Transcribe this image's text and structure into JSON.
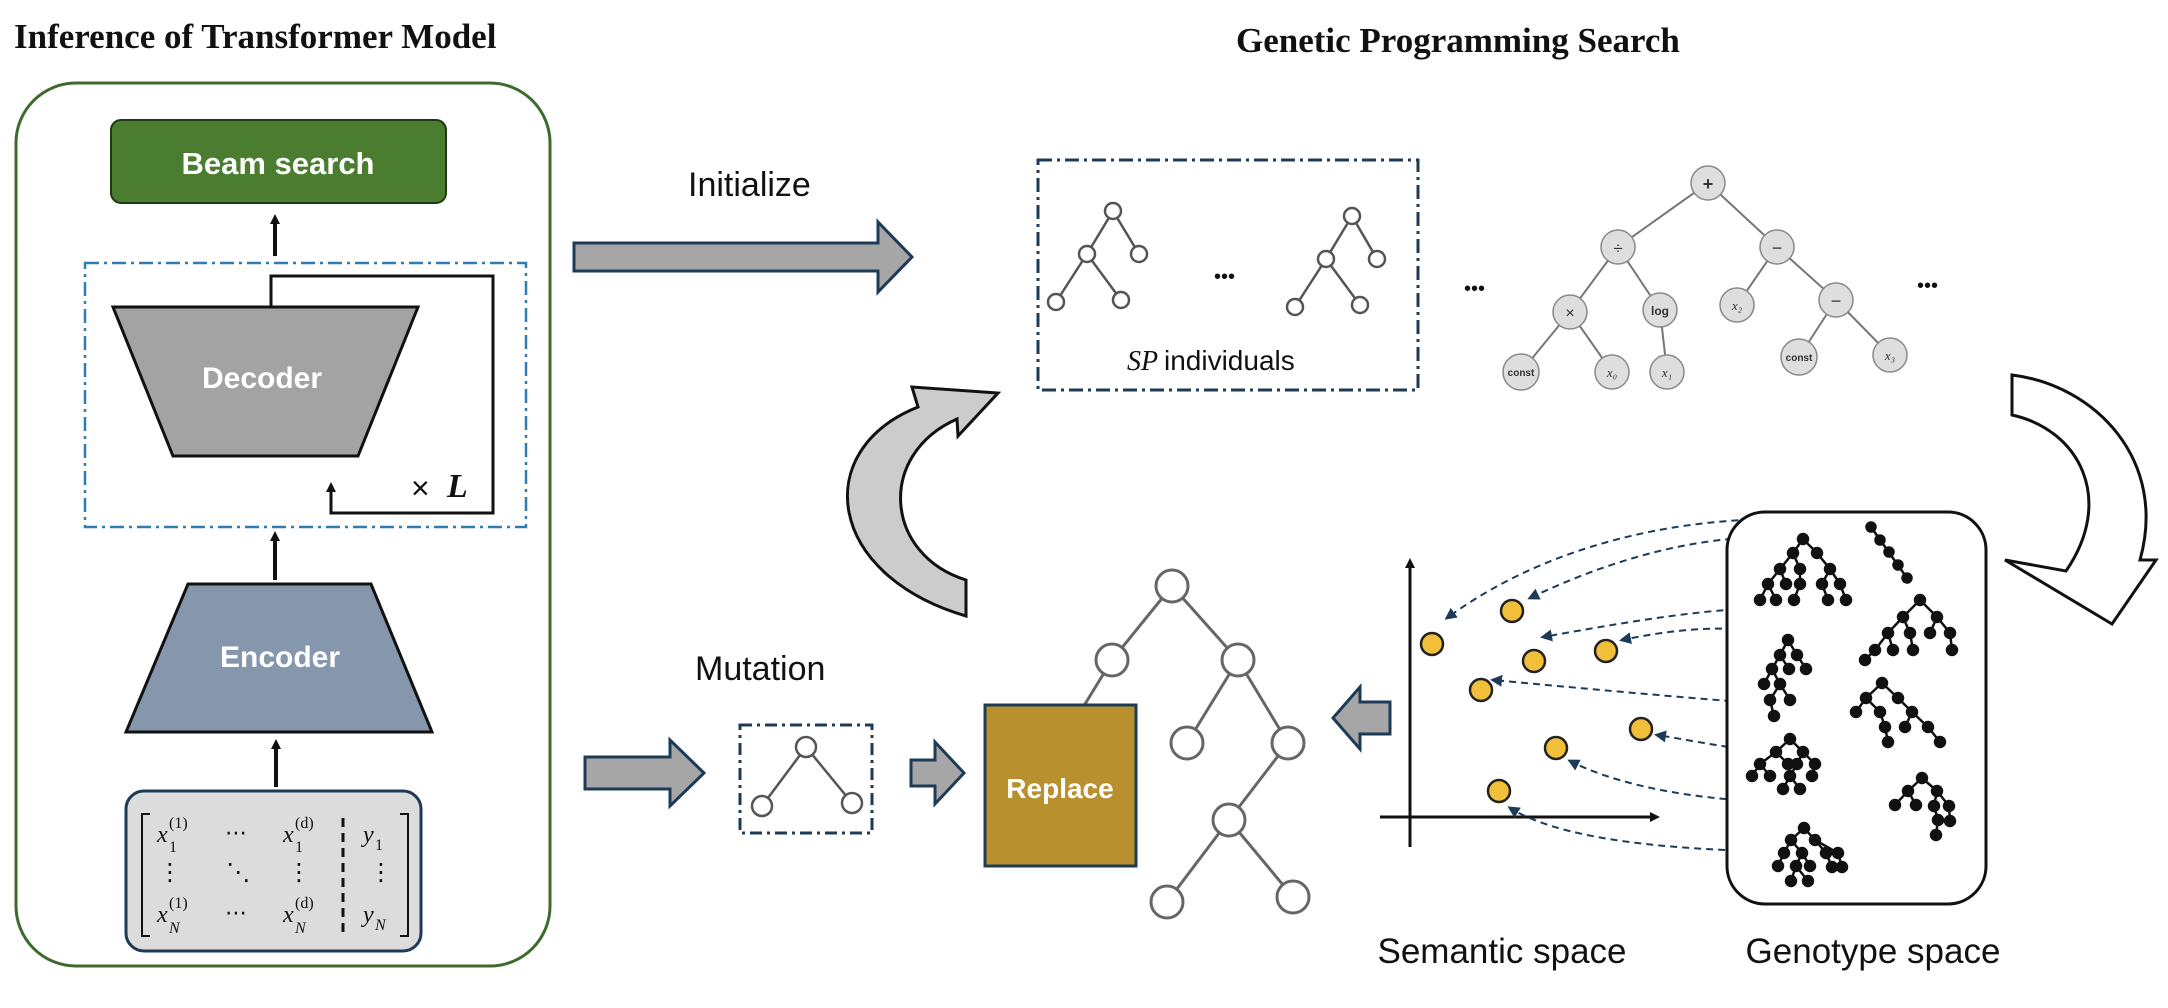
{
  "left_title": "Inference of Transformer Model",
  "right_title": "Genetic Programming Search",
  "beam_label": "Beam search",
  "decoder_label": "Decoder",
  "encoder_label": "Encoder",
  "times_label": "×",
  "layers_symbol": "L",
  "initialize_label": "Initialize",
  "mutation_label": "Mutation",
  "replace_label": "Replace",
  "sp_symbol": "SP",
  "individuals_label": " individuals",
  "ellipsis": "…",
  "ellipsis_large": "•••",
  "semantic_label": "Semantic space",
  "genotype_label": "Genotype space",
  "matrix": {
    "x11": "x",
    "x1d": "x",
    "xN1": "x",
    "xNd": "x",
    "y1": "y",
    "yN": "y",
    "sub1": "1",
    "subN": "N",
    "sup1": "(1)",
    "supd": "(d)",
    "hdots": "⋯",
    "vdots": "⋮",
    "ddots": "⋱"
  },
  "tree": {
    "plus": "+",
    "div": "÷",
    "minus": "−",
    "times": "×",
    "log": "log",
    "const": "const",
    "x0": "x₀",
    "x1": "x₁",
    "x2": "x₂",
    "x3": "x₃"
  },
  "colors": {
    "panel_border": "#3d6b2e",
    "beam_fill": "#4a7d2f",
    "decoder_fill": "#a3a3a3",
    "encoder_fill": "#8596ad",
    "replace_fill": "#b8912e",
    "point_fill": "#f2bf3a",
    "dashed_blue": "#2f7db0",
    "arrow_gray": "#a6a6a6",
    "curve_gray": "#cccccc"
  }
}
